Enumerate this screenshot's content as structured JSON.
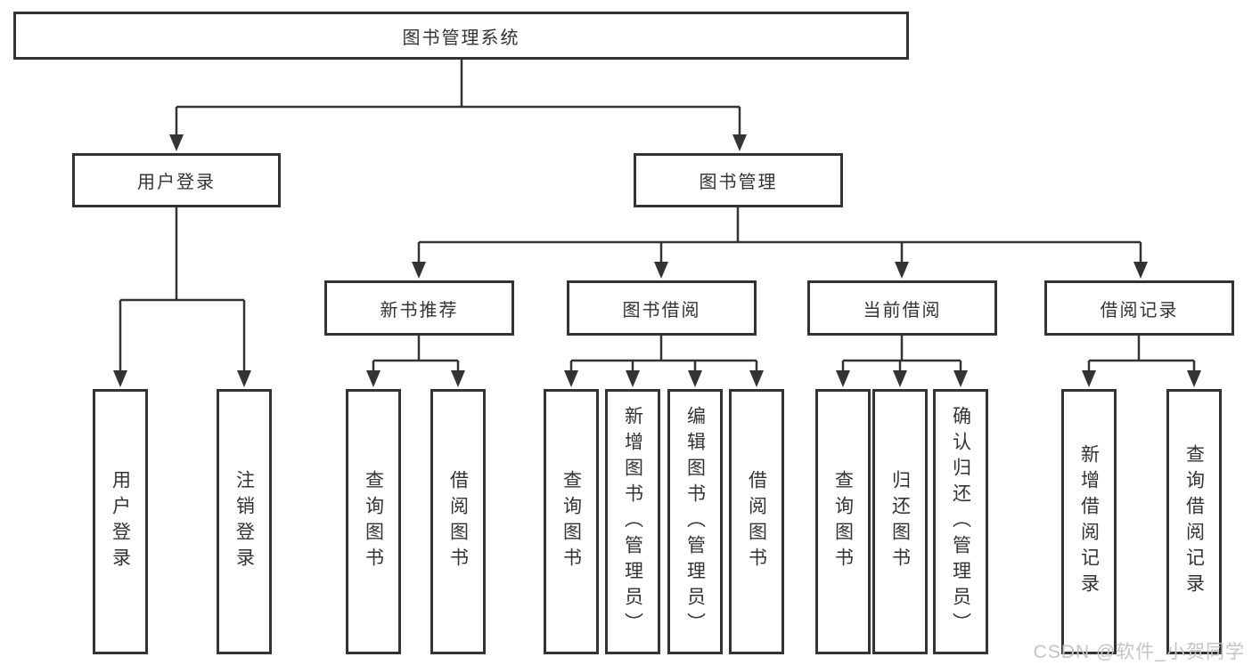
{
  "tree": {
    "label": "图书管理系统",
    "children": [
      {
        "label": "用户登录",
        "children": [
          {
            "label": "用户登录"
          },
          {
            "label": "注销登录"
          }
        ]
      },
      {
        "label": "图书管理",
        "children": [
          {
            "label": "新书推荐",
            "children": [
              {
                "label": "查询图书"
              },
              {
                "label": "借阅图书"
              }
            ]
          },
          {
            "label": "图书借阅",
            "children": [
              {
                "label": "查询图书"
              },
              {
                "label": "新增图书（管理员）"
              },
              {
                "label": "编辑图书（管理员）"
              },
              {
                "label": "借阅图书"
              }
            ]
          },
          {
            "label": "当前借阅",
            "children": [
              {
                "label": "查询图书"
              },
              {
                "label": "归还图书"
              },
              {
                "label": "确认归还（管理员）"
              }
            ]
          },
          {
            "label": "借阅记录",
            "children": [
              {
                "label": "新增借阅记录"
              },
              {
                "label": "查询借阅记录"
              }
            ]
          }
        ]
      }
    ]
  },
  "watermark": "CSDN @软件_小贺同学",
  "colors": {
    "line": "#333333",
    "text": "#333333",
    "watermark": "#c4c4c4",
    "background": "#ffffff"
  }
}
